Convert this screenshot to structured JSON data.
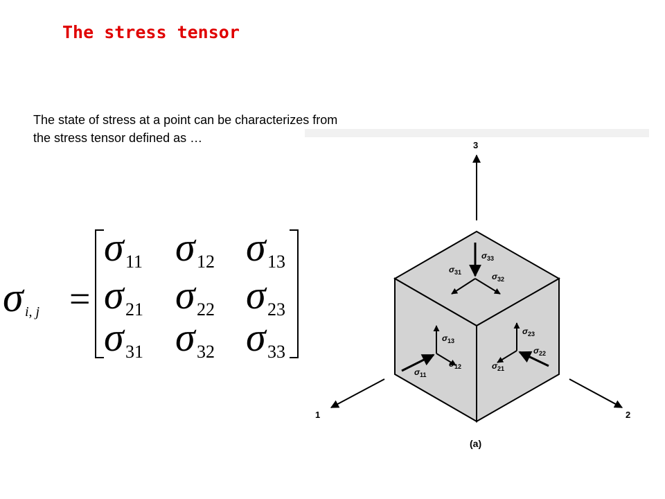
{
  "title": "The stress tensor",
  "intro": {
    "line1": "The state of stress at a point can be characterizes from",
    "line2": "the stress tensor defined as …"
  },
  "equation": {
    "symbol": "σ",
    "lhs_subscript": "i, j",
    "equals": "=",
    "matrix": [
      [
        "11",
        "12",
        "13"
      ],
      [
        "21",
        "22",
        "23"
      ],
      [
        "31",
        "32",
        "33"
      ]
    ]
  },
  "figure": {
    "axis_1": "1",
    "axis_2": "2",
    "axis_3": "3",
    "caption": "(a)",
    "stress_symbol": "σ",
    "labels": {
      "s33": "33",
      "s31": "31",
      "s32": "32",
      "s13": "13",
      "s12": "12",
      "s11": "11",
      "s23": "23",
      "s22": "22",
      "s21": "21"
    },
    "cube_face_color": "#d3d3d3"
  }
}
